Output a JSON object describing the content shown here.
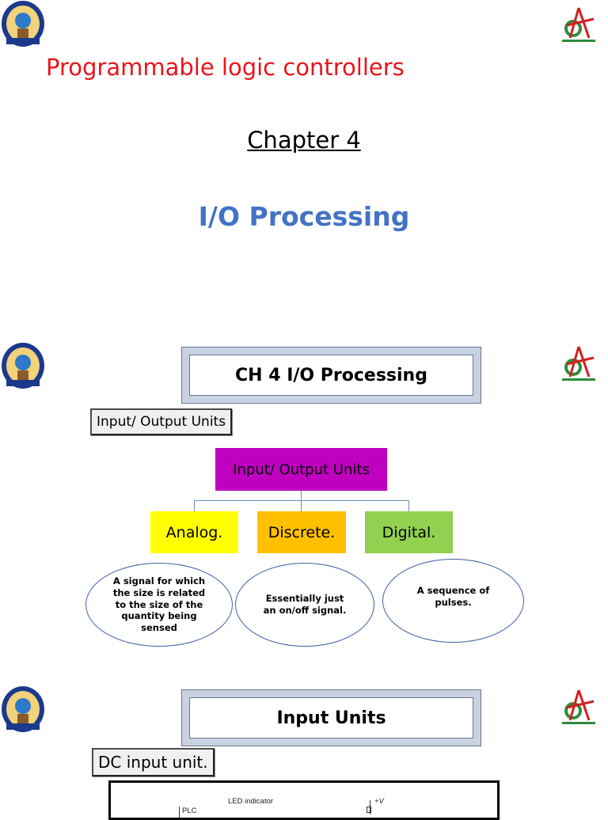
{
  "slide1": {
    "title": "Programmable logic controllers",
    "chapter": "Chapter 4",
    "subtitle": "I/O Processing"
  },
  "slide2": {
    "header": "CH 4 I/O Processing",
    "section_label": "Input/ Output Units",
    "root": {
      "label": "Input/ Output Units",
      "color": "#c000c0"
    },
    "categories": [
      {
        "label": "Analog.",
        "color": "#ffff00",
        "description": "A signal for which the size is related to the size of the quantity being sensed"
      },
      {
        "label": "Discrete.",
        "color": "#ffc000",
        "description": "Essentially just an on/off signal."
      },
      {
        "label": "Digital.",
        "color": "#92d050",
        "description": "A sequence of pulses."
      }
    ]
  },
  "slide3": {
    "header": "Input Units",
    "section_label": "DC input unit.",
    "circuit": {
      "led_label": "LED indicator",
      "plc_label": "PLC",
      "supply_label": "+V"
    }
  },
  "icons": {
    "university_logo": "university-logo-icon",
    "faculty_logo": "faculty-logo-icon"
  }
}
